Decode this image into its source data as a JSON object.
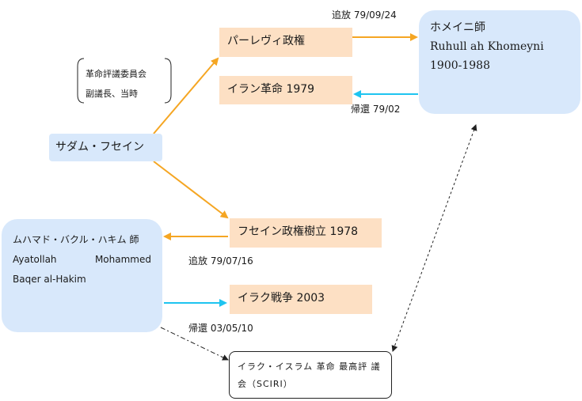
{
  "nodes": {
    "saddam": "サダム・フセイン",
    "pahlavi": "パーレヴィ政権",
    "revolution": "イラン革命 1979",
    "hussein_regime": "フセイン政権樹立 1978",
    "iraq_war": "イラク戦争 2003",
    "khomeini": {
      "title": "ホメイニ師",
      "name": "Ruhull ah Khomeyni",
      "years": "1900-1988"
    },
    "hakim": {
      "title": "ムハマド・バクル・ハキム 師",
      "name_part1": "Ayatollah",
      "name_part2": "Mohammed",
      "name_line2": "Baqer al-Hakim"
    },
    "sciri": {
      "line1": "イラク・イスラム 革命 最高評 議",
      "line2": "会（SCIRI）"
    }
  },
  "annotations": {
    "committee_line1": "革命評議委員会",
    "committee_line2": "副議長、当時",
    "exile_khomeini": "追放 79/09/24",
    "return_khomeini": "帰還 79/02",
    "exile_hakim": "追放 79/07/16",
    "return_hakim": "帰還 03/05/10"
  },
  "colors": {
    "orange_box": "#fde0c4",
    "blue_box": "#d8e8fb",
    "orange_arrow": "#f5a623",
    "blue_arrow": "#1ec4f0",
    "dashed_line": "#222222"
  }
}
